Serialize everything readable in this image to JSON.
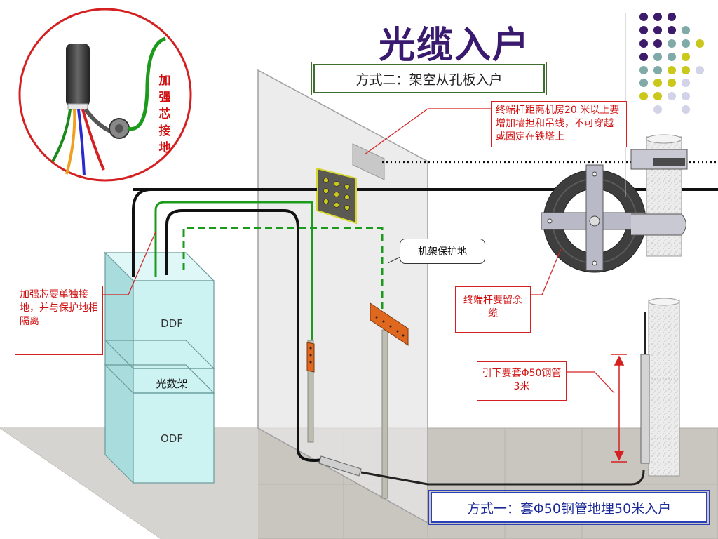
{
  "title": "光缆入户",
  "method_two": "方式二：架空从孔板入户",
  "method_one": "方式一：套Φ50钢管地埋50米入户",
  "callouts": {
    "pole_distance": "终端杆距离机房20 米以上要增加墙担和吊线，不可穿越或固定在铁塔上",
    "core_grounding": "加强芯要单独接地，并与保护地相隔离",
    "pole_slack": "终端杆要留余缆",
    "steel_pipe": "引下要套Φ50钢管3米",
    "rack_protection": "机架保护地"
  },
  "inset_label": "加强芯接地",
  "rack": {
    "ddf": "DDF",
    "optical_rack": "光数架",
    "odf": "ODF"
  },
  "colors": {
    "title": "#3a1a6e",
    "callout_red": "#d01010",
    "method_two_border": "#3e6f2e",
    "method_one_border": "#2a3fb8",
    "rack_fill": "#cdf2f2",
    "dot_purple": "#3d1b6b",
    "dot_teal": "#7faaa8",
    "dot_yellow": "#c9c81b",
    "dot_lilac": "#d3d3e8"
  }
}
